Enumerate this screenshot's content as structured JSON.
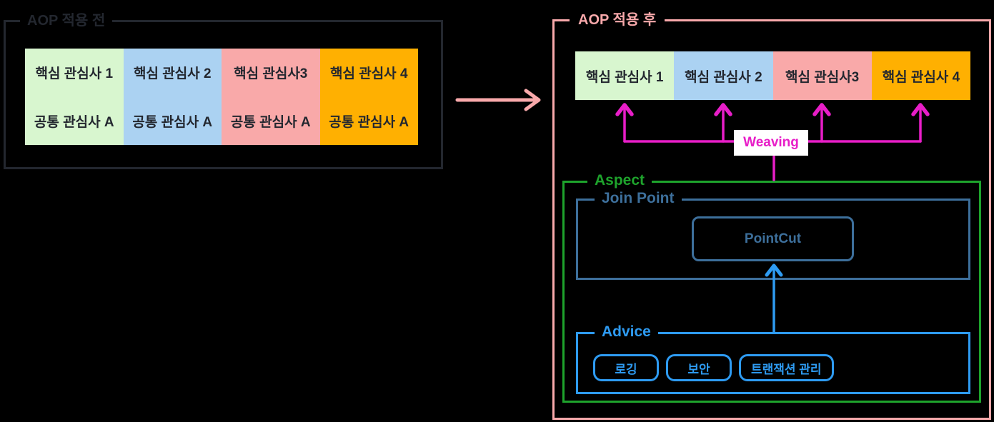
{
  "canvas": {
    "background": "#000000"
  },
  "before": {
    "title": "AOP 적용 전",
    "accent": "#23272F",
    "text_color": "#23272F",
    "blocks": [
      {
        "core": "핵심 관심사 1",
        "common": "공통 관심사 A",
        "color": "#D8F6CF"
      },
      {
        "core": "핵심 관심사 2",
        "common": "공통 관심사 A",
        "color": "#ABD2F2"
      },
      {
        "core": "핵심 관심사3",
        "common": "공통 관심사 A",
        "color": "#F9A9A9"
      },
      {
        "core": "핵심 관심사 4",
        "common": "공통 관심사 A",
        "color": "#FFB001"
      }
    ]
  },
  "after": {
    "title": "AOP 적용 후",
    "accent": "#F9A9AB",
    "text_color": "#23272F",
    "blocks": [
      {
        "label": "핵심 관심사 1",
        "color": "#D8F6CF"
      },
      {
        "label": "핵심 관심사 2",
        "color": "#ABD2F2"
      },
      {
        "label": "핵심 관심사3",
        "color": "#F9A9A9"
      },
      {
        "label": "핵심 관심사 4",
        "color": "#FFB001"
      }
    ],
    "weaving": {
      "label": "Weaving",
      "color": "#E81EC8",
      "background": "#FFFFFF"
    },
    "aspect": {
      "title": "Aspect",
      "color": "#1EA32C",
      "join_point": {
        "title": "Join Point",
        "color": "#3D6F9B",
        "pointcut": {
          "label": "PointCut"
        }
      },
      "advice": {
        "title": "Advice",
        "color": "#2E9BF2",
        "items": [
          {
            "label": "로깅"
          },
          {
            "label": "보안"
          },
          {
            "label": "트랜잭션 관리"
          }
        ]
      }
    }
  }
}
